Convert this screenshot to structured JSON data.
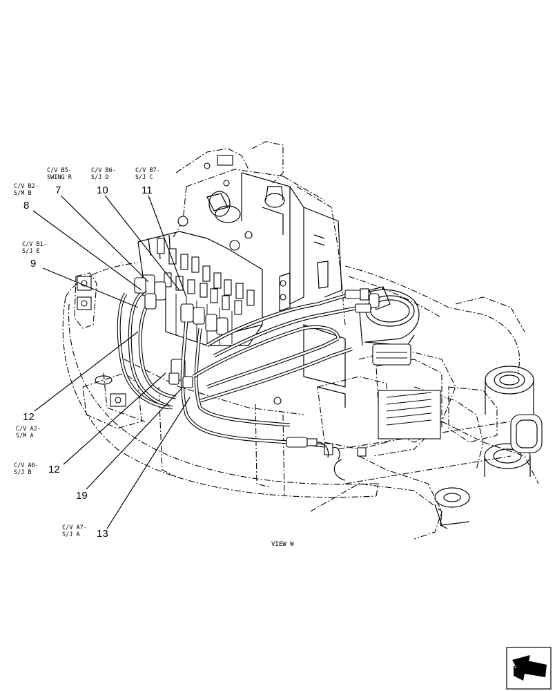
{
  "callouts": [
    {
      "id": "c7",
      "num": "7",
      "line1": "C/V B5-",
      "line2": "SWING R"
    },
    {
      "id": "c10",
      "num": "10",
      "line1": "C/V B6-",
      "line2": "S/J D"
    },
    {
      "id": "c11",
      "num": "11",
      "line1": "C/V B7-",
      "line2": "S/J C"
    },
    {
      "id": "c8",
      "num": "8",
      "line1": "C/V B2-",
      "line2": "S/M B"
    },
    {
      "id": "c9",
      "num": "9",
      "line1": "C/V B1-",
      "line2": "S/J E"
    },
    {
      "id": "c12a",
      "num": "12",
      "line1": "C/V A2-",
      "line2": "S/M A"
    },
    {
      "id": "c12b",
      "num": "12",
      "line1": "C/V A6-",
      "line2": "S/J B"
    },
    {
      "id": "c19",
      "num": "19",
      "line1": "",
      "line2": ""
    },
    {
      "id": "c13",
      "num": "13",
      "line1": "C/V A7-",
      "line2": "S/J A"
    }
  ],
  "view_label": "VIEW W",
  "icons": {
    "navigation": "arrow-nav-icon"
  }
}
